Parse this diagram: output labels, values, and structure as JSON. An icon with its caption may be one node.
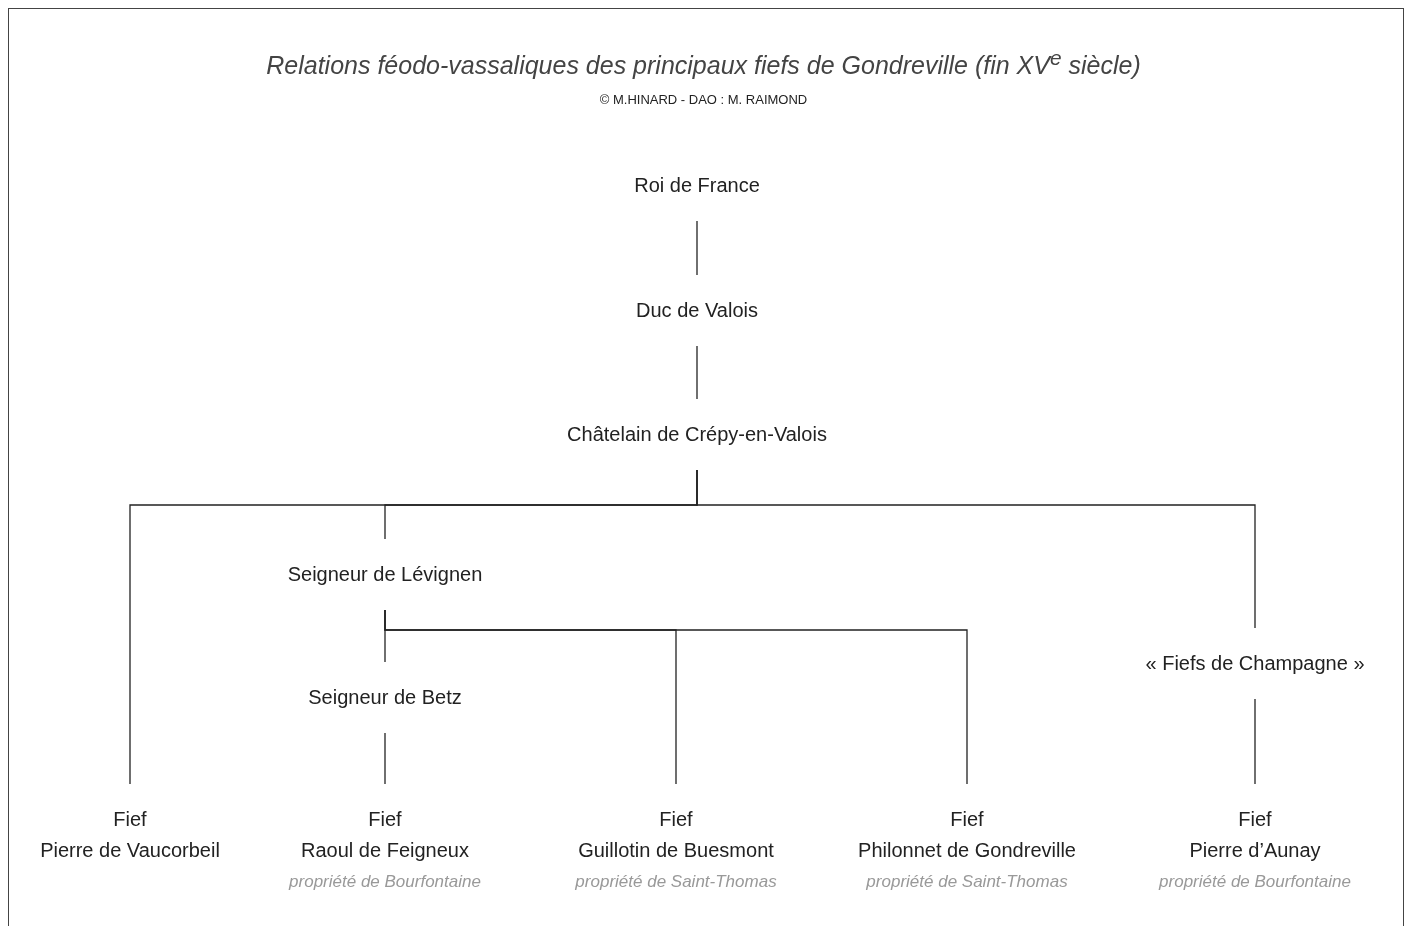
{
  "diagram": {
    "title": "Relations féodo-vassaliques des principaux fiefs de Gondreville (fin XV$^{e}$ siècle)",
    "nodes": [
      {
        "text": [
          "Roi de France"
        ]
      },
      {
        "text": [
          "Duc de Valois"
        ]
      },
      {
        "text": [
          "Châtelain de Crépy-en-Valois"
        ]
      },
      {
        "text": [
          "Seigneur de Lévignen"
        ]
      },
      {
        "text": [
          "Seigneur de Betz"
        ]
      },
      {
        "text": [
          "« Fiefs de Champagne »"
        ]
      },
      {
        "text": [
          "Fief",
          "Pierre de Vaucorbeil"
        ]
      },
      {
        "text": [
          "Fief",
          "Raoul de Feigneux"
        ],
        "beside": [
          "propriété de Bourfontaine"
        ]
      },
      {
        "text": [
          "Fief",
          "Guillotin de Buesmont"
        ],
        "beside": [
          "propriété de Saint-Thomas"
        ]
      },
      {
        "text": [
          "Fief",
          "Philonnet de Gondreville"
        ],
        "beside": [
          "propriété de Saint-Thomas"
        ]
      },
      {
        "text": [
          "Fief",
          "Pierre d’Aunay"
        ],
        "beside": [
          "propriété de Bourfontaine"
        ]
      }
    ],
    "edges": [
      {
        "from": 0,
        "to": 1,
        "arrow": "none"
      },
      {
        "from": 1,
        "to": 2,
        "arrow": "none"
      },
      {
        "from": 2,
        "to": 6,
        "arrow": "none"
      },
      {
        "from": 2,
        "to": 3,
        "arrow": "none"
      },
      {
        "from": 2,
        "to": 5,
        "arrow": "none"
      },
      {
        "from": 3,
        "to": 4,
        "arrow": "none"
      },
      {
        "from": 3,
        "to": 8,
        "arrow": "none"
      },
      {
        "from": 3,
        "to": 9,
        "arrow": "none"
      },
      {
        "from": 4,
        "to": 7,
        "arrow": "none"
      },
      {
        "from": 5,
        "to": 10,
        "arrow": "none"
      }
    ],
    "labels": [
      "© M.HINARD - DAO : M. RAIMOND"
    ]
  }
}
